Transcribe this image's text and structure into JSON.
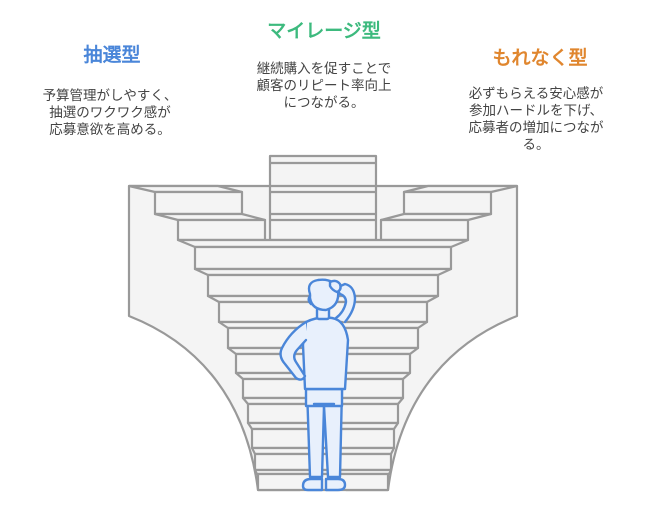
{
  "sections": [
    {
      "id": "lottery",
      "title": "抽選型",
      "color": "#4a86d9",
      "description_lines": [
        "予算管理がしやすく、",
        "抽選のワクワク感が",
        "応募意欲を高める。"
      ]
    },
    {
      "id": "mileage",
      "title": "マイレージ型",
      "color": "#3dba7e",
      "description_lines": [
        "継続購入を促すことで",
        "顧客のリピート率向上",
        "につながる。"
      ]
    },
    {
      "id": "guaranteed",
      "title": "もれなく型",
      "color": "#e0862e",
      "description_lines": [
        "必ずもらえる安心感が",
        "参加ハードルを下げ、",
        "応募者の増加につなが",
        "る。"
      ]
    }
  ],
  "illustration": {
    "subject": "person-scratching-head",
    "structure": "three-way-staircase",
    "stroke_color": "#999999",
    "fill_color": "#f4f4f4",
    "person_stroke": "#4a86d9",
    "person_fill": "#e8f0fc"
  }
}
